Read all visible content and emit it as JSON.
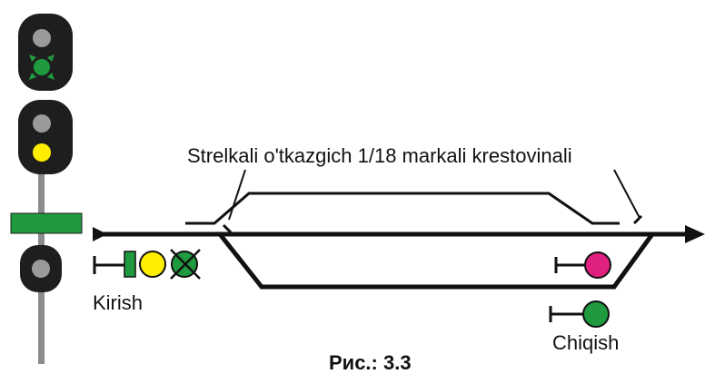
{
  "labels": {
    "turnout_note": "Strelkali o'tkazgich 1/18 markali krestovinali",
    "entry": "Kirish",
    "exit": "Chiqish",
    "caption": "Рис.: 3.3"
  },
  "colors": {
    "signal_head": "#1e1e1e",
    "lamp_off": "#9a9a9a",
    "green": "#1f9a3f",
    "yellow": "#ffee00",
    "magenta": "#e0207e",
    "mast": "#8c8c8c",
    "track": "#111111"
  },
  "signals": {
    "mast_upper": {
      "top_lamp": "lamp-off",
      "bottom_lamp": "green",
      "bottom_marker": "flashing-arrows"
    },
    "mast_lower": {
      "top_lamp": "lamp-off",
      "bottom_lamp": "yellow"
    },
    "mast_plate": "green-plate",
    "mast_base_lamp": "lamp-off",
    "entry_signal": [
      "green-block",
      "yellow",
      "green-crossed"
    ],
    "exit_upper": [
      "magenta"
    ],
    "exit_lower": [
      "green"
    ]
  }
}
